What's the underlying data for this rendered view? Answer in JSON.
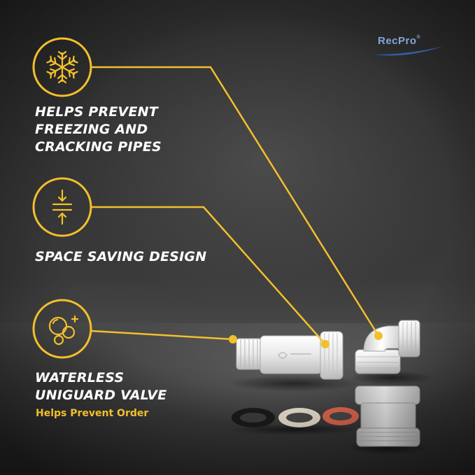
{
  "brand": {
    "logo_text": "RecPro",
    "registered_mark": "®"
  },
  "features": [
    {
      "icon": "snowflake-icon",
      "title_lines": [
        "HELPS PREVENT",
        "FREEZING AND",
        "CRACKING PIPES"
      ]
    },
    {
      "icon": "compress-arrows-icon",
      "title_lines": [
        "SPACE SAVING DESIGN"
      ]
    },
    {
      "icon": "bubbles-icon",
      "title_lines": [
        "WATERLESS",
        "UNIGUARD VALVE"
      ],
      "subtitle": "Helps Prevent Order"
    }
  ],
  "colors": {
    "accent": "#f3bf2c",
    "title_text": "#ffffff",
    "logo_blue": "#7fa8d8",
    "background": "#333333"
  }
}
